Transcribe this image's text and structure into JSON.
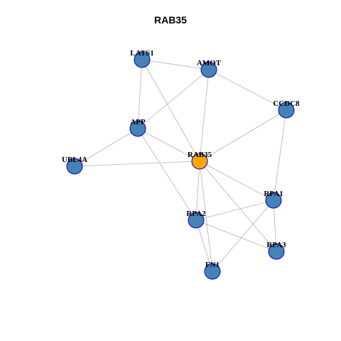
{
  "title": "RAB35",
  "style": {
    "edge_color": "#b3b3b3",
    "node_fill": "#4682b4",
    "center_fill": "#ffa500",
    "node_stroke": "#0000cd",
    "label_color": "#000000"
  },
  "center": "RAB35",
  "nodes": [
    "LATS1",
    "AMOT",
    "CCDC8",
    "APP",
    "RAB35",
    "UBL4A",
    "RPA1",
    "RPA2",
    "RPA3",
    "FN1"
  ],
  "edges": [
    [
      "LATS1",
      "AMOT"
    ],
    [
      "LATS1",
      "APP"
    ],
    [
      "LATS1",
      "RAB35"
    ],
    [
      "AMOT",
      "APP"
    ],
    [
      "AMOT",
      "RAB35"
    ],
    [
      "AMOT",
      "CCDC8"
    ],
    [
      "CCDC8",
      "RAB35"
    ],
    [
      "CCDC8",
      "RPA1"
    ],
    [
      "APP",
      "UBL4A"
    ],
    [
      "APP",
      "RAB35"
    ],
    [
      "APP",
      "RPA2"
    ],
    [
      "UBL4A",
      "RAB35"
    ],
    [
      "RAB35",
      "RPA1"
    ],
    [
      "RAB35",
      "RPA2"
    ],
    [
      "RAB35",
      "RPA3"
    ],
    [
      "RAB35",
      "FN1"
    ],
    [
      "RPA1",
      "RPA2"
    ],
    [
      "RPA1",
      "RPA3"
    ],
    [
      "RPA1",
      "FN1"
    ],
    [
      "RPA2",
      "RPA3"
    ],
    [
      "RPA2",
      "FN1"
    ]
  ]
}
